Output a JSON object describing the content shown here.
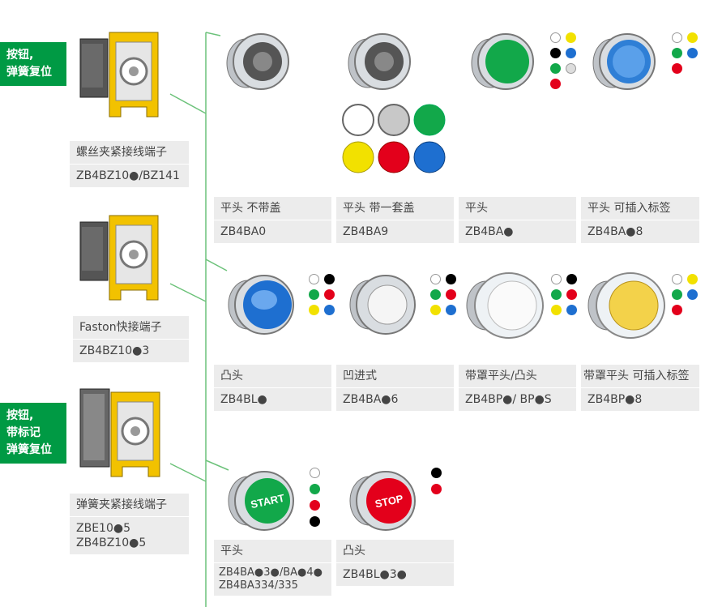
{
  "colors": {
    "green": "#009a44",
    "label_bg": "#ececec",
    "line": "#6cc27a"
  },
  "tags": [
    {
      "id": "tag-spring-return",
      "text": "按钮,\n弹簧复位"
    },
    {
      "id": "tag-marked-spring-return",
      "text": "按钮,\n带标记\n弹簧复位"
    }
  ],
  "blocks": [
    {
      "name": "螺丝夹紧接线端子",
      "code": "ZB4BZ10●/BZ141"
    },
    {
      "name": "Faston快接端子",
      "code": "ZB4BZ10●3"
    },
    {
      "name": "弹簧夹紧接线端子",
      "code": "ZBE10●5\nZB4BZ10●5"
    }
  ],
  "heads": [
    {
      "name": "平头  不带盖",
      "code": "ZB4BA0"
    },
    {
      "name": "平头  带一套盖",
      "code": "ZB4BA9"
    },
    {
      "name": "平头",
      "code": "ZB4BA●"
    },
    {
      "name": "平头  可插入标签",
      "code": "ZB4BA●8"
    },
    {
      "name": "凸头",
      "code": "ZB4BL●"
    },
    {
      "name": "凹进式",
      "code": "ZB4BA●6"
    },
    {
      "name": "带罩平头/凸头",
      "code": "ZB4BP●/ BP●S"
    },
    {
      "name": "带罩平头 可插入标签",
      "code": "ZB4BP●8"
    },
    {
      "name": "平头",
      "code": "ZB4BA●3●/BA●4●\nZB4BA334/335"
    },
    {
      "name": "凸头",
      "code": "ZB4BL●3●"
    }
  ],
  "button_texts": {
    "start": "START",
    "stop": "STOP"
  },
  "icons": [
    "screw-terminal-block-icon",
    "faston-terminal-block-icon",
    "spring-terminal-block-icon",
    "push-button-head-icon",
    "color-dot-icon"
  ]
}
